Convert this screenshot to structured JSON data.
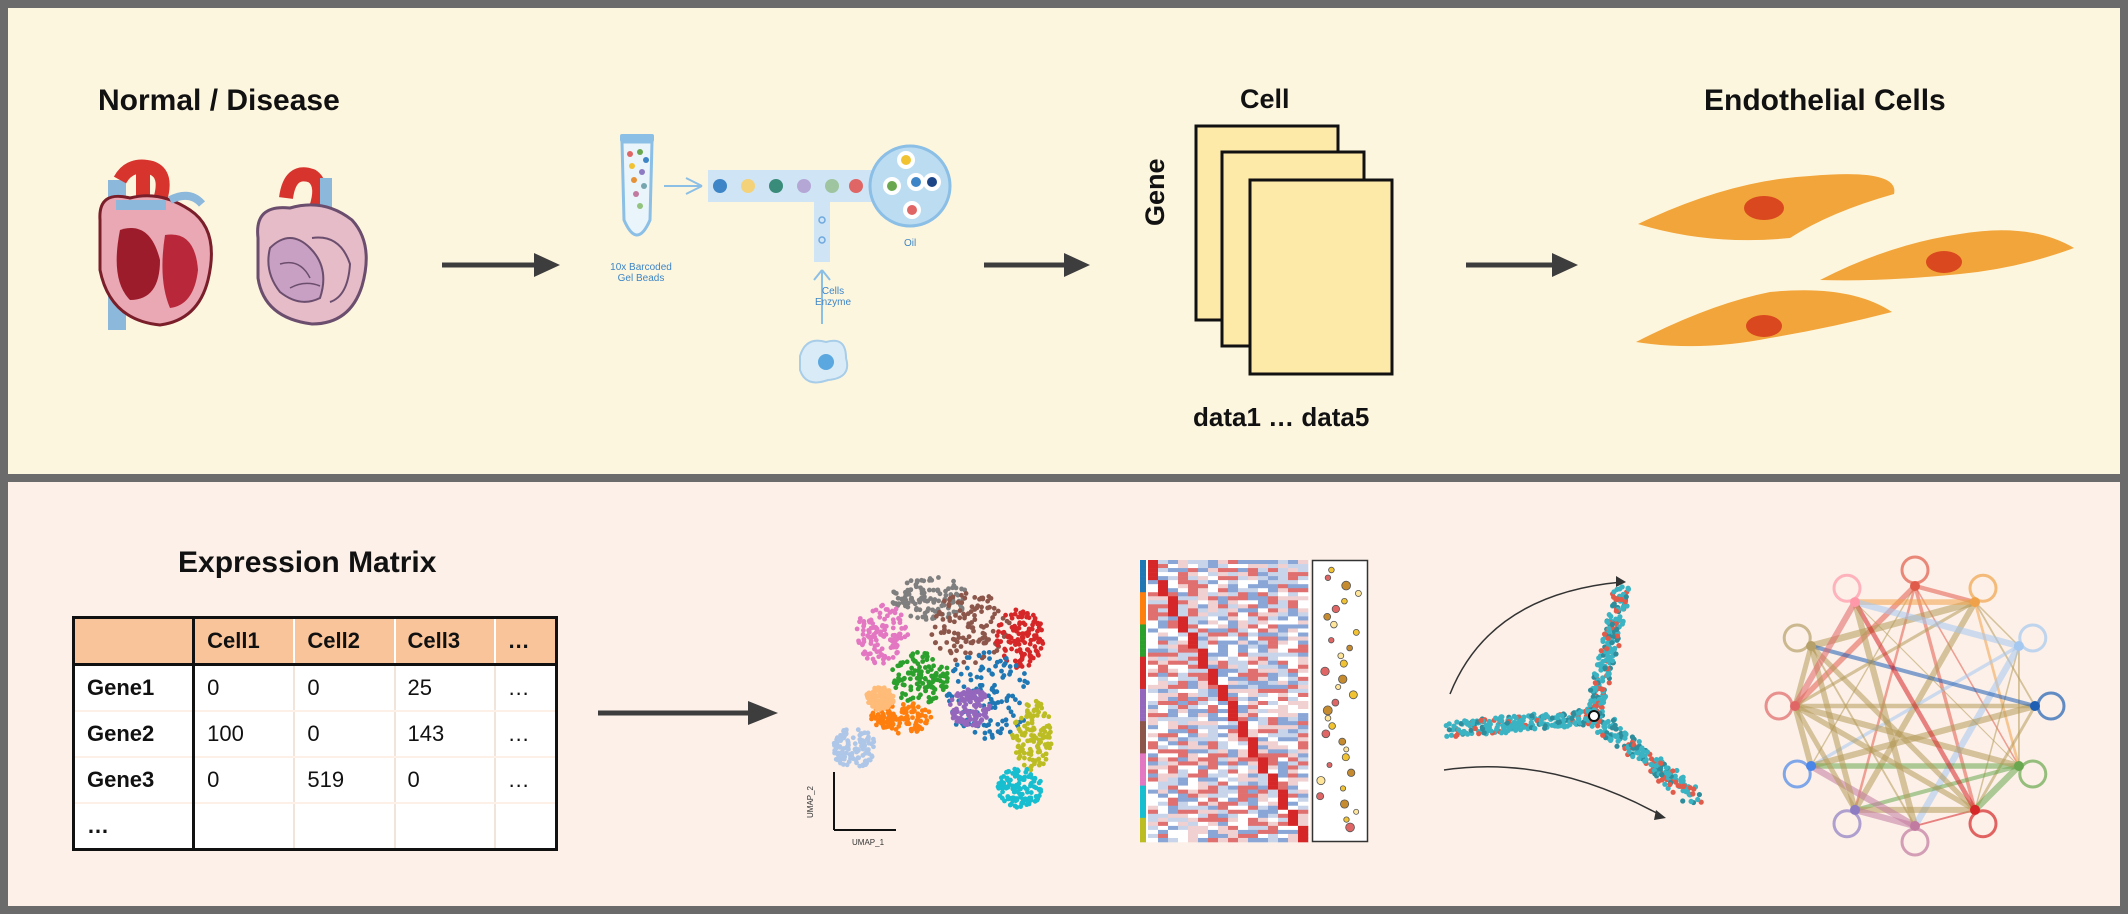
{
  "top": {
    "normal_disease_label": "Normal / Disease",
    "beads_label_line1": "10x Barcoded",
    "beads_label_line2": "Gel Beads",
    "oil_label": "Oil",
    "cells_label_line1": "Cells",
    "cells_label_line2": "Enzyme",
    "cell_axis_label": "Cell",
    "gene_axis_label": "Gene",
    "data_label": "data1 …  data5",
    "endothelial_label": "Endothelial Cells"
  },
  "bottom": {
    "expression_matrix_label": "Expression Matrix",
    "matrix": {
      "headers": [
        "",
        "Cell1",
        "Cell2",
        "Cell3",
        "…"
      ],
      "rows": [
        [
          "Gene1",
          "0",
          "0",
          "25",
          "…"
        ],
        [
          "Gene2",
          "100",
          "0",
          "143",
          "…"
        ],
        [
          "Gene3",
          "0",
          "519",
          "0",
          "…"
        ],
        [
          "…",
          "",
          "",
          "",
          ""
        ]
      ]
    },
    "umap_x_label": "UMAP_1",
    "umap_y_label": "UMAP_2"
  },
  "colors": {
    "top_panel_bg": "#fdf6df",
    "bottom_panel_bg": "#fcf0e8",
    "border_gray": "#6b6b6b",
    "arrow": "#3d3d3d",
    "matrix_sheet": "#fde9a8",
    "endothelial_cell": "#f2a53a",
    "endothelial_nucleus": "#d9481e",
    "matrix_header": "#f9c49a"
  }
}
